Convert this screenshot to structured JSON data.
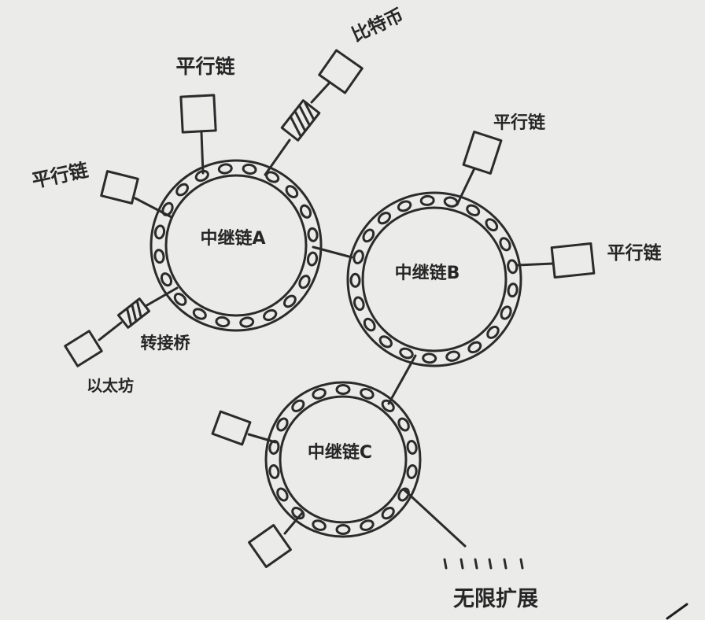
{
  "diagram": {
    "relay_chains": [
      {
        "id": "A",
        "label": "中继链A"
      },
      {
        "id": "B",
        "label": "中继链B"
      },
      {
        "id": "C",
        "label": "中继链C"
      }
    ],
    "node_labels": {
      "parallel_chain_top": "平行链",
      "parallel_chain_left": "平行链",
      "bitcoin": "比特币",
      "parallel_chain_b_top": "平行链",
      "parallel_chain_b_right": "平行链",
      "bridge": "转接桥",
      "ethereum": "以太坊",
      "infinite_expansion": "无限扩展"
    },
    "colors": {
      "board": "#ebebea",
      "ink": "#2b2b2b"
    }
  }
}
